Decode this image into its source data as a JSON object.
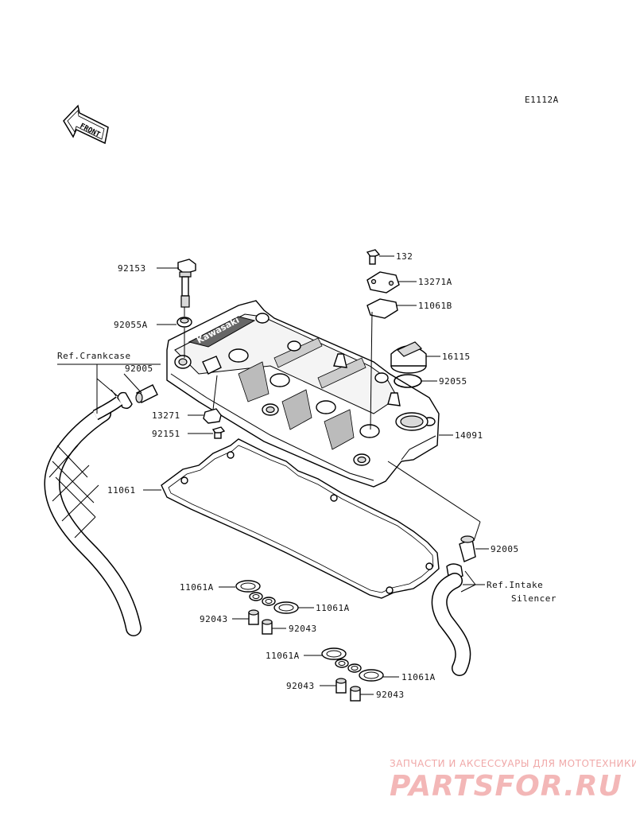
{
  "diagram_code": "E1112A",
  "front_arrow_label": "FRONT",
  "brand_on_cover": "Kawasaki",
  "labels": {
    "p92153": "92153",
    "p92055A": "92055A",
    "ref_crankcase": "Ref.Crankcase",
    "p92005_left": "92005",
    "p13271": "13271",
    "p92151": "92151",
    "p11061": "11061",
    "p132": "132",
    "p13271A": "13271A",
    "p11061B": "11061B",
    "p16115": "16115",
    "p92055": "92055",
    "p14091": "14091",
    "p92005_right": "92005",
    "ref_intake_1": "Ref.Intake",
    "ref_intake_2": "Silencer",
    "p11061A_1": "11061A",
    "p11061A_2": "11061A",
    "p92043_1": "92043",
    "p92043_2": "92043",
    "p11061A_3": "11061A",
    "p11061A_4": "11061A",
    "p92043_3": "92043",
    "p92043_4": "92043"
  },
  "watermark": {
    "line1": "ЗАПЧАСТИ И АКСЕССУАРЫ ДЛЯ МОТОТЕХНИКИ",
    "line2": "PARTSFOR.RU",
    "color": "#f0a9a9"
  }
}
